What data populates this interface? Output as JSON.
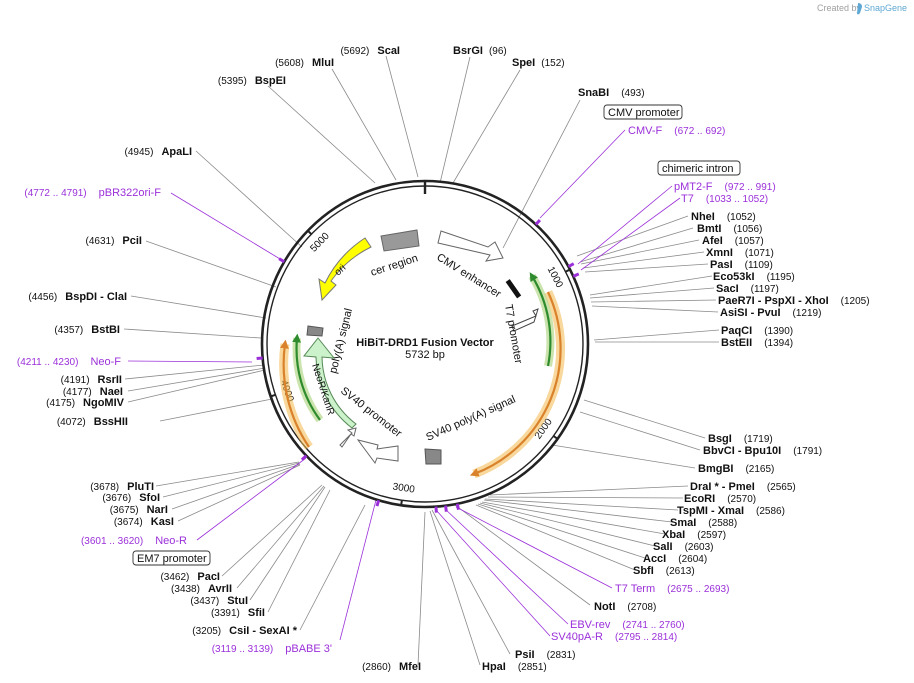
{
  "credit": {
    "prefix": "Created by",
    "brand": "SnapGene"
  },
  "plasmid": {
    "name": "HiBiT-DRD1 Fusion Vector",
    "size_label": "5732 bp",
    "length": 5732
  },
  "tick_labels": [
    "1000",
    "2000",
    "3000",
    "4000",
    "5000"
  ],
  "features": [
    {
      "label": "CMV enhancer",
      "fill": "#ffffff"
    },
    {
      "label": "T7 promoter",
      "fill": "#ffffff"
    },
    {
      "label": "SV40 poly(A) signal",
      "fill": "#888888"
    },
    {
      "label": "SV40 promoter",
      "fill": "#ffffff"
    },
    {
      "label": "NeoR/KanR",
      "fill": "#ccf2cc"
    },
    {
      "label": "poly(A) signal",
      "fill": "#888888"
    },
    {
      "label": "cer region",
      "fill": "#999999"
    },
    {
      "label": "ori",
      "fill": "#ffff00"
    }
  ],
  "boxed_labels": [
    "CMV promoter",
    "chimeric intron",
    "EM7 promoter"
  ],
  "enzymes": [
    {
      "name": "BsrGI",
      "pos": "(96)"
    },
    {
      "name": "SpeI",
      "pos": "(152)"
    },
    {
      "name": "SnaBI",
      "pos": "(493)"
    },
    {
      "name": "NheI",
      "pos": "(1052)"
    },
    {
      "name": "BmtI",
      "pos": "(1056)"
    },
    {
      "name": "AfeI",
      "pos": "(1057)"
    },
    {
      "name": "XmnI",
      "pos": "(1071)"
    },
    {
      "name": "PasI",
      "pos": "(1109)"
    },
    {
      "name": "Eco53kI",
      "pos": "(1195)"
    },
    {
      "name": "SacI",
      "pos": "(1197)"
    },
    {
      "name": "PaeR7I - PspXI - XhoI",
      "pos": "(1205)"
    },
    {
      "name": "AsiSI - PvuI",
      "pos": "(1219)"
    },
    {
      "name": "PaqCI",
      "pos": "(1390)"
    },
    {
      "name": "BstEII",
      "pos": "(1394)"
    },
    {
      "name": "BsgI",
      "pos": "(1719)"
    },
    {
      "name": "BbvCI - Bpu10I",
      "pos": "(1791)"
    },
    {
      "name": "BmgBI",
      "pos": "(2165)"
    },
    {
      "name": "DraI * - PmeI",
      "pos": "(2565)"
    },
    {
      "name": "EcoRI",
      "pos": "(2570)"
    },
    {
      "name": "TspMI - XmaI",
      "pos": "(2586)"
    },
    {
      "name": "SmaI",
      "pos": "(2588)"
    },
    {
      "name": "XbaI",
      "pos": "(2597)"
    },
    {
      "name": "SalI",
      "pos": "(2603)"
    },
    {
      "name": "AccI",
      "pos": "(2604)"
    },
    {
      "name": "SbfI",
      "pos": "(2613)"
    },
    {
      "name": "NotI",
      "pos": "(2708)"
    },
    {
      "name": "PsiI",
      "pos": "(2831)"
    },
    {
      "name": "HpaI",
      "pos": "(2851)"
    },
    {
      "name": "MfeI",
      "pos": "(2860)"
    },
    {
      "name": "CsiI - SexAI *",
      "pos": "(3205)"
    },
    {
      "name": "SfiI",
      "pos": "(3391)"
    },
    {
      "name": "StuI",
      "pos": "(3437)"
    },
    {
      "name": "AvrII",
      "pos": "(3438)"
    },
    {
      "name": "PacI",
      "pos": "(3462)"
    },
    {
      "name": "KasI",
      "pos": "(3674)"
    },
    {
      "name": "NarI",
      "pos": "(3675)"
    },
    {
      "name": "SfoI",
      "pos": "(3676)"
    },
    {
      "name": "PluTI",
      "pos": "(3678)"
    },
    {
      "name": "BssHII",
      "pos": "(4072)"
    },
    {
      "name": "NgoMIV",
      "pos": "(4175)"
    },
    {
      "name": "NaeI",
      "pos": "(4177)"
    },
    {
      "name": "RsrII",
      "pos": "(4191)"
    },
    {
      "name": "BstBI",
      "pos": "(4357)"
    },
    {
      "name": "BspDI - ClaI",
      "pos": "(4456)"
    },
    {
      "name": "PciI",
      "pos": "(4631)"
    },
    {
      "name": "ApaLI",
      "pos": "(4945)"
    },
    {
      "name": "BspEI",
      "pos": "(5395)"
    },
    {
      "name": "MluI",
      "pos": "(5608)"
    },
    {
      "name": "ScaI",
      "pos": "(5692)"
    }
  ],
  "primers": [
    {
      "name": "CMV-F",
      "pos": "(672 .. 692)"
    },
    {
      "name": "pMT2-F",
      "pos": "(972 .. 991)"
    },
    {
      "name": "T7",
      "pos": "(1033 .. 1052)"
    },
    {
      "name": "T7 Term",
      "pos": "(2675 .. 2693)"
    },
    {
      "name": "EBV-rev",
      "pos": "(2741 .. 2760)"
    },
    {
      "name": "SV40pA-R",
      "pos": "(2795 .. 2814)"
    },
    {
      "name": "pBABE 3'",
      "pos": "(3119 .. 3139)"
    },
    {
      "name": "Neo-R",
      "pos": "(3601 .. 3620)"
    },
    {
      "name": "Neo-F",
      "pos": "(4211 .. 4230)"
    },
    {
      "name": "pBR322ori-F",
      "pos": "(4772 .. 4791)"
    }
  ],
  "colors": {
    "primer": "#9b30d9",
    "orf_glow": "#f2b84a",
    "orf_arrow_green": "#2e8b2e",
    "orf_arrow_orange": "#d9822b",
    "backbone": "#222222"
  }
}
